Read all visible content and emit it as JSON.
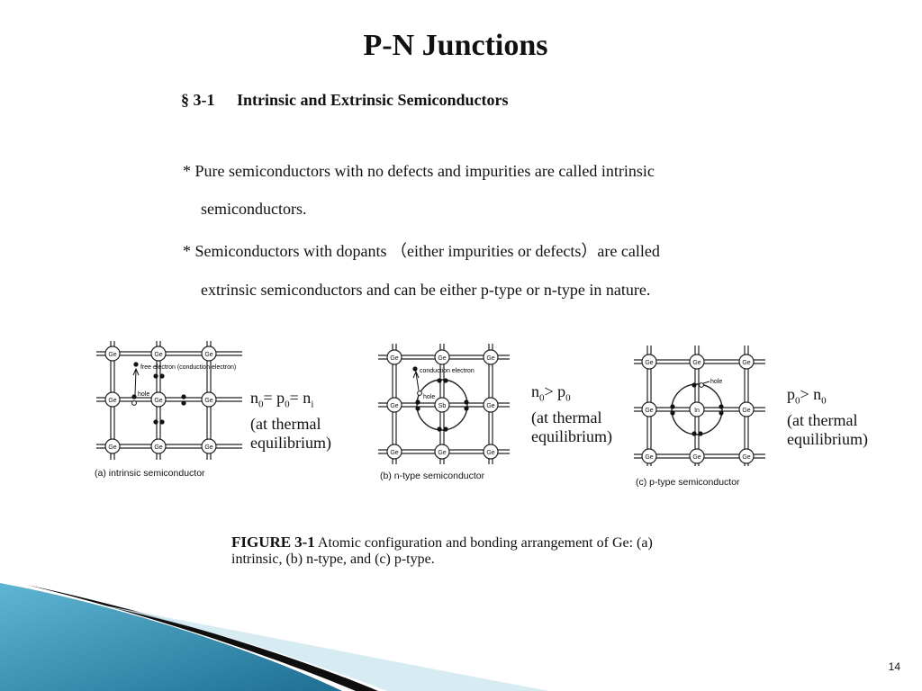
{
  "slide": {
    "title": "P-N Junctions",
    "section_number": "§ 3-1",
    "section_title": "Intrinsic and Extrinsic Semiconductors",
    "bullets": [
      {
        "line1": "* Pure semiconductors with no defects and impurities are called intrinsic",
        "line2": "semiconductors."
      },
      {
        "line1": "* Semiconductors with dopants （either impurities or defects）are called",
        "line2": "extrinsic semiconductors and can be either p-type or n-type in nature."
      }
    ],
    "page_number": "14"
  },
  "figures": {
    "atom_label": "Ge",
    "a": {
      "caption": "(a) intrinsic semiconductor",
      "free_electron_label": "free electron (conduction electron)",
      "hole_label": "hole",
      "relation_line1_parts": [
        "n",
        "0",
        "= p",
        "0",
        "= n",
        "i"
      ],
      "relation_line2": "(at thermal",
      "relation_line3": "equilibrium)"
    },
    "b": {
      "caption": "(b) n-type semiconductor",
      "conduction_label": "conduction electron",
      "hole_label": "hole",
      "dopant_label": "Sb",
      "relation_line1_parts": [
        "n",
        "0",
        "> p",
        "0"
      ],
      "relation_line2": "(at thermal",
      "relation_line3": "equilibrium)"
    },
    "c": {
      "caption": "(c) p-type semiconductor",
      "hole_label": "hole",
      "dopant_label": "In",
      "relation_line1_parts": [
        "p",
        "0",
        "> n",
        "0"
      ],
      "relation_line2": "(at thermal",
      "relation_line3": "equilibrium)"
    },
    "figure_label": "FIGURE",
    "figure_number": "3-1",
    "figure_caption_line1": "Atomic configuration and bonding arrangement of Ge: (a)",
    "figure_caption_line2": "intrinsic, (b) n-type, and (c) p-type."
  },
  "colors": {
    "swoosh_dark": "#0e0e0e",
    "swoosh_blue": "#2f86a8",
    "swoosh_light": "#9fd0e2"
  }
}
